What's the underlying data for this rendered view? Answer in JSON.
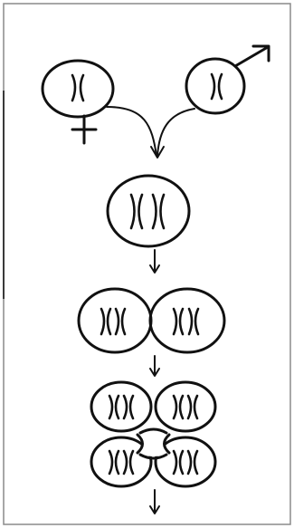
{
  "ink_color": "#111111",
  "paper_color": "#ffffff",
  "symbols": {
    "female": "female-symbol",
    "male": "male-symbol"
  },
  "stages": [
    {
      "name": "female-gamete",
      "cells": 1,
      "chromosomes_per_cell": 1
    },
    {
      "name": "male-gamete",
      "cells": 1,
      "chromosomes_per_cell": 1
    },
    {
      "name": "zygote",
      "cells": 1,
      "chromosomes_per_cell": 2
    },
    {
      "name": "two-cell-stage",
      "cells": 2,
      "chromosomes_per_cell": 2
    },
    {
      "name": "four-cell-stage",
      "cells": 4,
      "chromosomes_per_cell": 2
    }
  ]
}
